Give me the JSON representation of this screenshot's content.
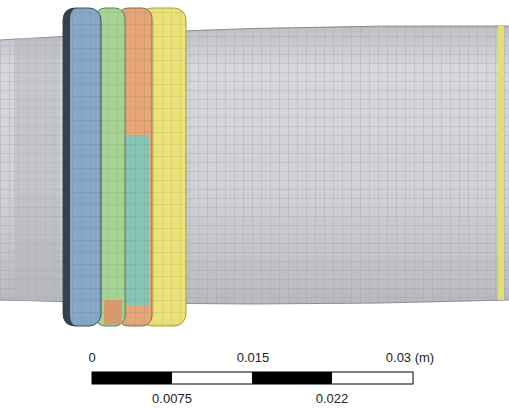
{
  "diagram": {
    "labels": [
      "0",
      "0.015",
      "0.03 (m)",
      "0.0075",
      "0.022"
    ]
  }
}
